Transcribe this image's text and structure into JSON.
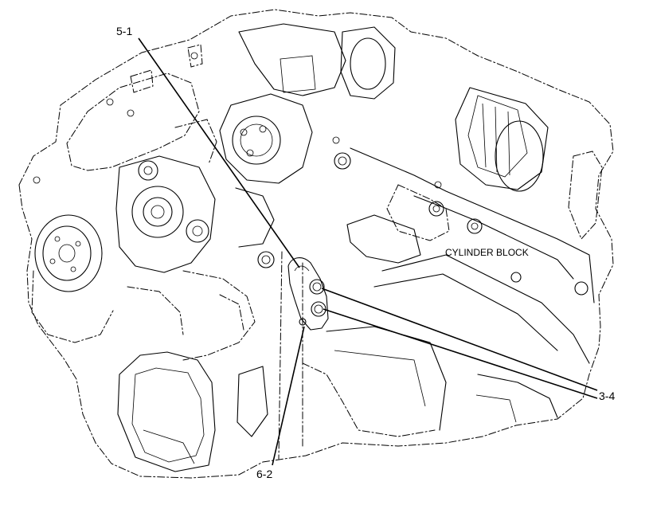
{
  "diagram": {
    "callouts": {
      "c51": "5-1",
      "c34": "3-4",
      "c62": "6-2"
    },
    "part_label": "CYLINDER BLOCK"
  }
}
